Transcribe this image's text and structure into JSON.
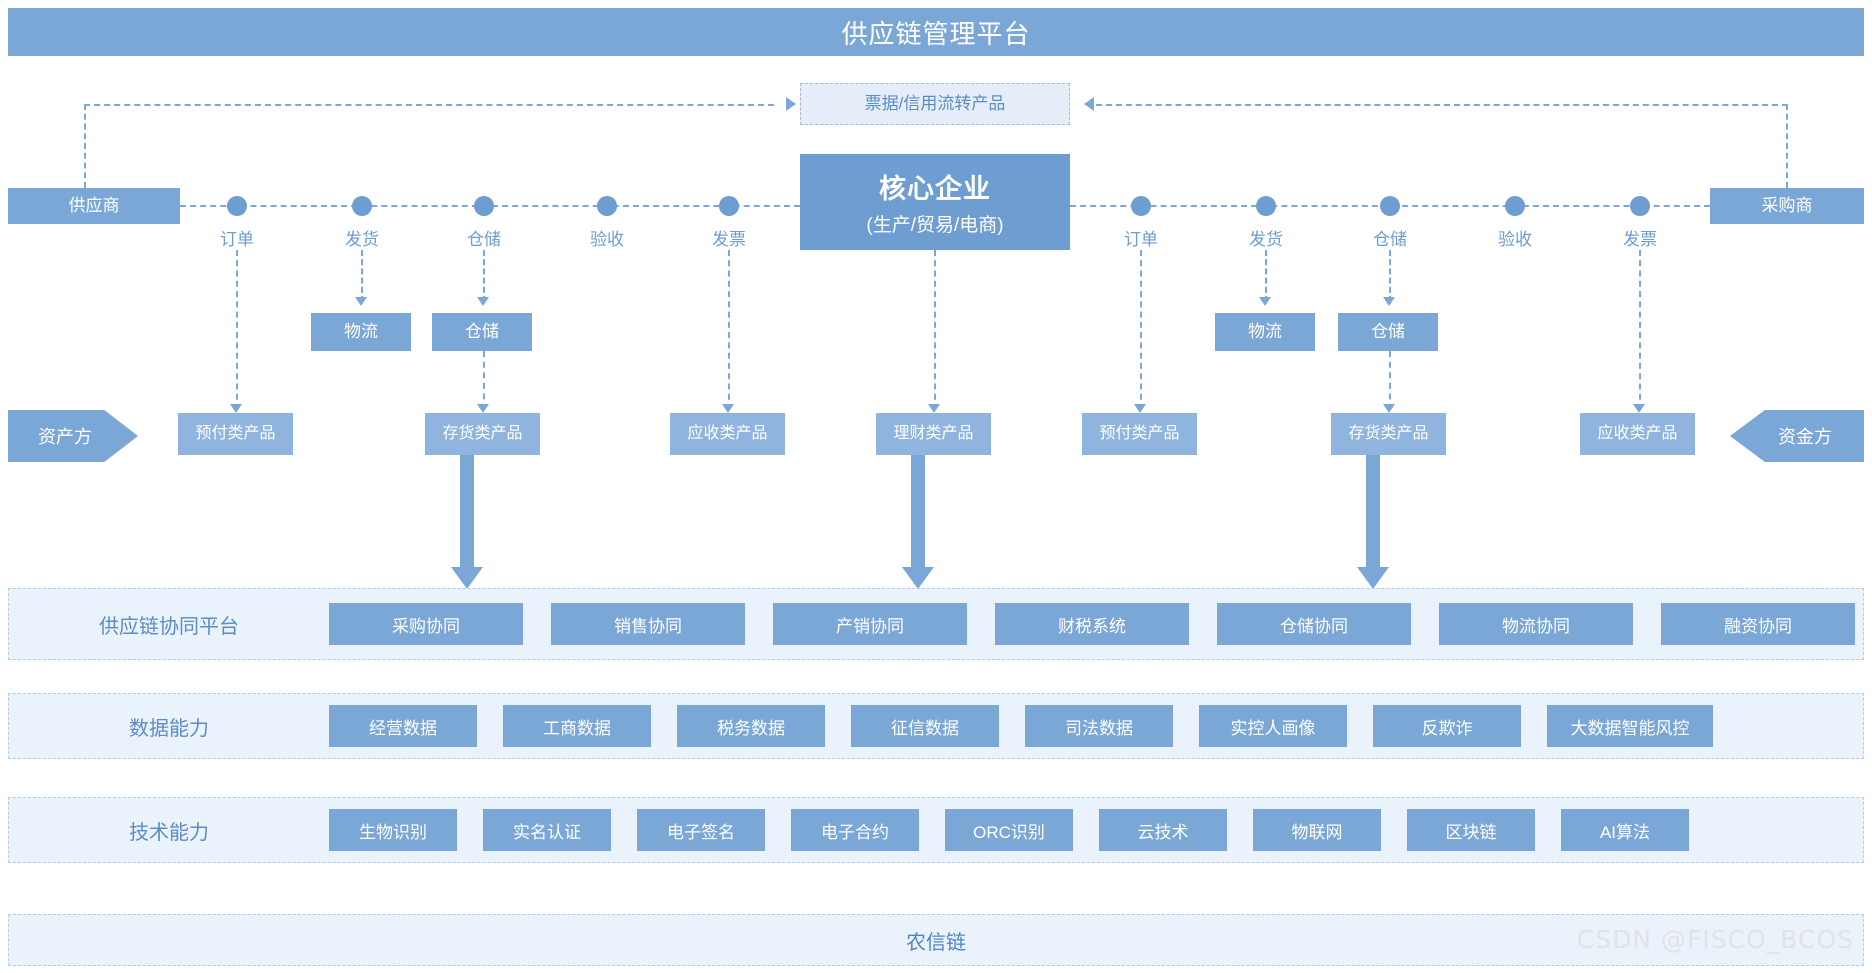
{
  "header": {
    "title": "供应链管理平台"
  },
  "top_product": {
    "label": "票据/信用流转产品"
  },
  "core": {
    "title": "核心企业",
    "subtitle": "(生产/贸易/电商)"
  },
  "endpoints": {
    "supplier": "供应商",
    "purchaser": "采购商",
    "asset_side": "资产方",
    "fund_side": "资金方"
  },
  "left_flow": {
    "nodes": [
      "订单",
      "发货",
      "仓储",
      "验收",
      "发票"
    ]
  },
  "right_flow": {
    "nodes": [
      "订单",
      "发货",
      "仓储",
      "验收",
      "发票"
    ]
  },
  "left_services": [
    "物流",
    "仓储"
  ],
  "right_services": [
    "物流",
    "仓储"
  ],
  "left_products": [
    "预付类产品",
    "存货类产品",
    "应收类产品"
  ],
  "center_product": "理财类产品",
  "right_products": [
    "预付类产品",
    "存货类产品",
    "应收类产品"
  ],
  "collab_layer": {
    "label": "供应链协同平台",
    "items": [
      "采购协同",
      "销售协同",
      "产销协同",
      "财税系统",
      "仓储协同",
      "物流协同",
      "融资协同"
    ]
  },
  "data_layer": {
    "label": "数据能力",
    "items": [
      "经营数据",
      "工商数据",
      "税务数据",
      "征信数据",
      "司法数据",
      "实控人画像",
      "反欺诈",
      "大数据智能风控"
    ]
  },
  "tech_layer": {
    "label": "技术能力",
    "items": [
      "生物识别",
      "实名认证",
      "电子签名",
      "电子合约",
      "ORC识别",
      "云技术",
      "物联网",
      "区块链",
      "AI算法"
    ]
  },
  "chain_layer": {
    "label": "农信链"
  },
  "watermark": {
    "text": "CSDN @FISCO_BCOS"
  },
  "colors": {
    "brand": "#7ba7d7",
    "brand_dark": "#6d9dd1",
    "band_bg": "#eaf2fb",
    "pale_box": "#e5eef8",
    "label_text": "#5b8dc4"
  }
}
